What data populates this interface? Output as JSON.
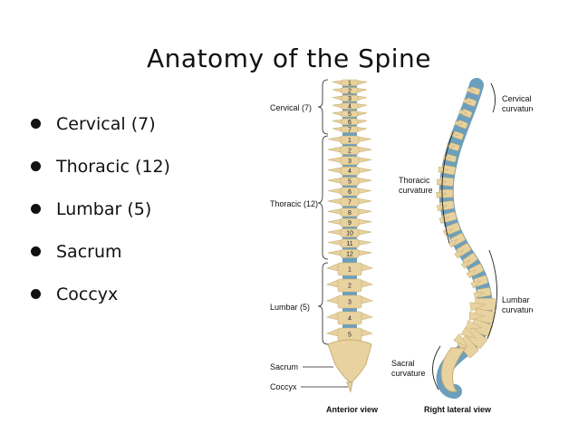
{
  "slide": {
    "title": "Anatomy of the Spine",
    "bullets": [
      "Cervical  (7)",
      "Thoracic  (12)",
      "Lumbar  (5)",
      "Sacrum",
      "Coccyx"
    ]
  },
  "figure": {
    "anterior": {
      "labels": {
        "cervical": "Cervical (7)",
        "thoracic": "Thoracic (12)",
        "lumbar": "Lumbar (5)",
        "sacrum": "Sacrum",
        "coccyx": "Coccyx"
      },
      "caption": "Anterior view",
      "cervical_numbers": [
        "1",
        "2",
        "3",
        "4",
        "5",
        "6",
        "7"
      ],
      "thoracic_numbers": [
        "1",
        "2",
        "3",
        "4",
        "5",
        "6",
        "7",
        "8",
        "9",
        "10",
        "11",
        "12"
      ],
      "lumbar_numbers": [
        "1",
        "2",
        "3",
        "4",
        "5"
      ]
    },
    "lateral": {
      "labels": {
        "cervical_line1": "Cervical",
        "cervical_line2": "curvature",
        "thoracic_line1": "Thoracic",
        "thoracic_line2": "curvature",
        "lumbar_line1": "Lumbar",
        "lumbar_line2": "curvature",
        "sacral_line1": "Sacral",
        "sacral_line2": "curvature"
      },
      "caption": "Right lateral view"
    },
    "colors": {
      "bone": "#e8d3a0",
      "bone_dark": "#c9ad72",
      "disc": "#6b9fbd"
    }
  }
}
